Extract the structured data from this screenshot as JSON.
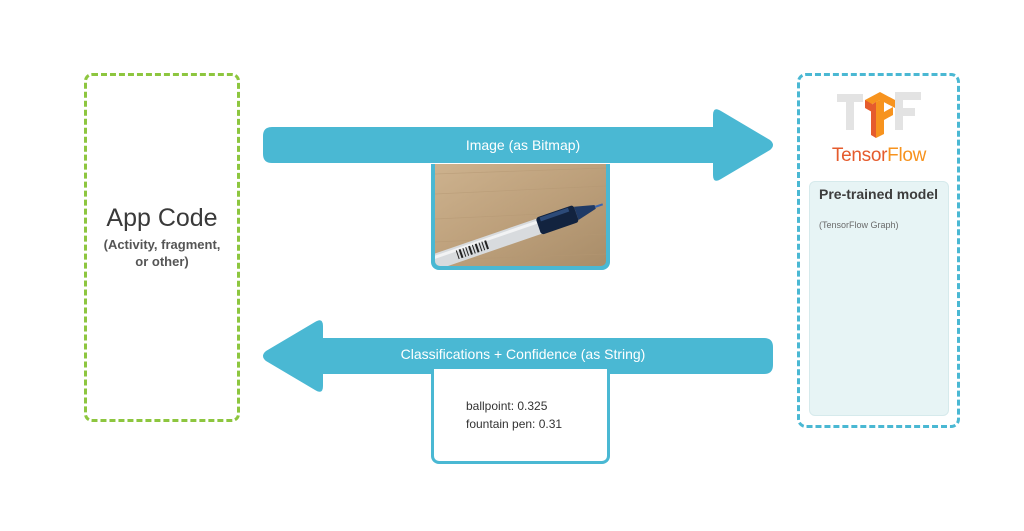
{
  "app_code": {
    "title": "App Code",
    "subtitle": "(Activity, fragment, or other)",
    "border_color": "#8dc63f"
  },
  "tensorflow": {
    "wordmark_part1": "Tensor",
    "wordmark_part2": "Flow",
    "border_color": "#4ab8d3",
    "model_title": "Pre-trained model",
    "model_subtitle": "(TensorFlow Graph)"
  },
  "arrows": {
    "color": "#4ab8d3",
    "input_label": "Image (as Bitmap)",
    "output_label": "Classifications + Confidence (as String)"
  },
  "results": {
    "line1": "ballpoint: 0.325",
    "line2": "fountain pen: 0.31"
  }
}
